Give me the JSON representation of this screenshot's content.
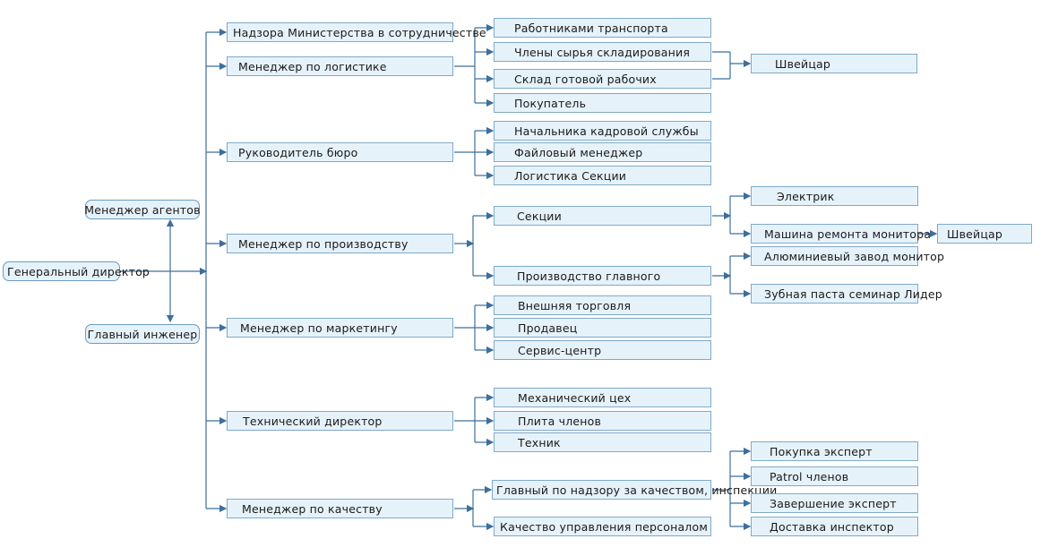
{
  "nodes": {
    "ceo": "Генеральный директор",
    "agents_manager": "Менеджер агентов",
    "chief_engineer": "Главный инженер",
    "ministry_supervision": "Надзора Министерства в сотрудничестве",
    "logistics_manager": "Менеджер по логистике",
    "transport_workers": "Работниками транспорта",
    "raw_storage_members": "Члены сырья складирования",
    "finished_goods_warehouse": "Склад готовой рабочих",
    "buyer": "Покупатель",
    "swiss_1": "Швейцар",
    "bureau_head": "Руководитель бюро",
    "hr_head": "Начальника кадровой службы",
    "file_manager": "Файловый менеджер",
    "logistics_sections": "Логистика Секции",
    "production_manager": "Менеджер по производству",
    "sections": "Секции",
    "electrician": "Электрик",
    "monitor_repair_machine": "Машина ремонта монитора",
    "swiss_2": "Швейцар",
    "main_production": "Производство главного",
    "aluminum_plant": "Алюминиевый завод монитор",
    "toothpaste_seminar": "Зубная паста семинар Лидер",
    "marketing_manager": "Менеджер по маркетингу",
    "foreign_trade": "Внешняя торговля",
    "seller": "Продавец",
    "service_center": "Сервис-центр",
    "technical_director": "Технический директор",
    "mechanical_shop": "Механический цех",
    "members_plate": "Плита членов",
    "technician": "Техник",
    "quality_manager": "Менеджер по качеству",
    "quality_chief": "Главный по надзору за качеством, инспекции",
    "quality_personnel": "Качество управления персоналом",
    "purchase_expert": "Покупка эксперт",
    "patrol_members": "Patrol членов",
    "completion_expert": "Завершение эксперт",
    "delivery_inspector": "Доставка инспектор"
  },
  "colors": {
    "node_fill": "#e6f2fa",
    "node_border": "#7fa9c9",
    "connector": "#3c6f9c"
  }
}
